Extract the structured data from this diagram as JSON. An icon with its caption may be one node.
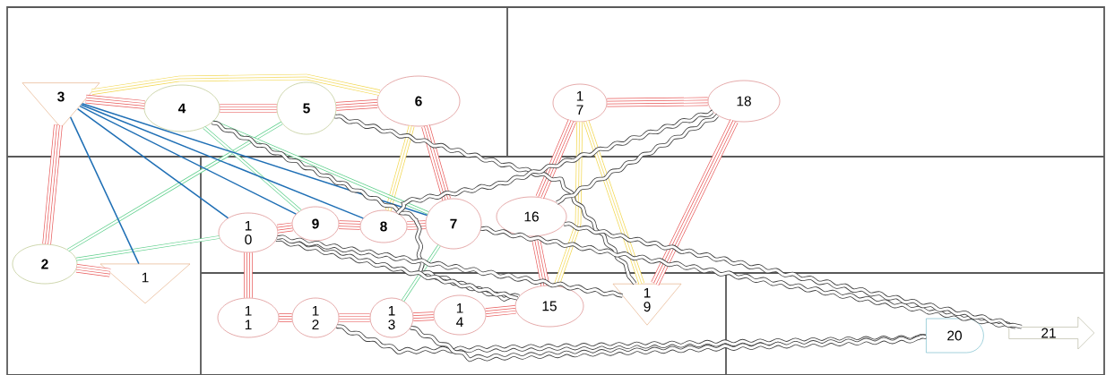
{
  "diagram": {
    "nodes": [
      {
        "text": [
          "1"
        ]
      },
      {
        "text": [
          "2"
        ]
      },
      {
        "text": [
          "3"
        ]
      },
      {
        "text": [
          "4"
        ]
      },
      {
        "text": [
          "5"
        ]
      },
      {
        "text": [
          "6"
        ]
      },
      {
        "text": [
          "7"
        ]
      },
      {
        "text": [
          "8"
        ]
      },
      {
        "text": [
          "9"
        ]
      },
      {
        "text": [
          "1 0"
        ]
      },
      {
        "text": [
          "1 1"
        ]
      },
      {
        "text": [
          "1 2"
        ]
      },
      {
        "text": [
          "1 3"
        ]
      },
      {
        "text": [
          "1 4"
        ]
      },
      {
        "text": [
          "15"
        ]
      },
      {
        "text": [
          "16"
        ]
      },
      {
        "text": [
          "1 7"
        ]
      },
      {
        "text": [
          "18"
        ]
      },
      {
        "text": [
          "1 9"
        ]
      },
      {
        "text": [
          "20"
        ]
      },
      {
        "text": [
          "21"
        ]
      }
    ],
    "edges": [
      {
        "from": 2,
        "to": 3,
        "arrow": "none"
      },
      {
        "from": 3,
        "to": 4,
        "arrow": "none"
      },
      {
        "from": 4,
        "to": 5,
        "arrow": "none"
      },
      {
        "from": 2,
        "to": 1,
        "arrow": "none"
      },
      {
        "from": 1,
        "to": 0,
        "arrow": "none"
      },
      {
        "from": 9,
        "to": 8,
        "arrow": "none"
      },
      {
        "from": 8,
        "to": 7,
        "arrow": "none"
      },
      {
        "from": 7,
        "to": 6,
        "arrow": "none"
      },
      {
        "from": 9,
        "to": 10,
        "arrow": "none"
      },
      {
        "from": 10,
        "to": 11,
        "arrow": "none"
      },
      {
        "from": 11,
        "to": 12,
        "arrow": "none"
      },
      {
        "from": 12,
        "to": 13,
        "arrow": "none"
      },
      {
        "from": 13,
        "to": 14,
        "arrow": "none"
      },
      {
        "from": 5,
        "to": 6,
        "arrow": "none"
      },
      {
        "from": 16,
        "to": 17,
        "arrow": "none"
      },
      {
        "from": 16,
        "to": 15,
        "arrow": "none"
      },
      {
        "from": 15,
        "to": 14,
        "arrow": "none"
      },
      {
        "from": 17,
        "to": 18,
        "arrow": "none"
      },
      {
        "from": 2,
        "to": 5,
        "arrow": "none",
        "color": "#f2d64b"
      },
      {
        "from": 5,
        "to": 7,
        "arrow": "none",
        "color": "#f2d64b"
      },
      {
        "from": 16,
        "to": 14,
        "arrow": "none",
        "color": "#f2d64b"
      },
      {
        "from": 16,
        "to": 18,
        "arrow": "none",
        "color": "#f2d64b"
      },
      {
        "from": 1,
        "to": 4,
        "arrow": "none",
        "color": "#5ccf8a"
      },
      {
        "from": 1,
        "to": 9,
        "arrow": "none",
        "color": "#5ccf8a"
      },
      {
        "from": 3,
        "to": 8,
        "arrow": "none",
        "color": "#5ccf8a"
      },
      {
        "from": 3,
        "to": 6,
        "arrow": "none",
        "color": "#5ccf8a"
      },
      {
        "from": 6,
        "to": 12,
        "arrow": "none",
        "color": "#5ccf8a"
      },
      {
        "from": 2,
        "to": 0,
        "arrow": "none",
        "color": "#1f6fb5"
      },
      {
        "from": 2,
        "to": 9,
        "arrow": "none",
        "color": "#1f6fb5"
      },
      {
        "from": 2,
        "to": 8,
        "arrow": "none",
        "color": "#1f6fb5"
      },
      {
        "from": 2,
        "to": 7,
        "arrow": "none",
        "color": "#1f6fb5"
      },
      {
        "from": 2,
        "to": 6,
        "arrow": "none",
        "color": "#1f6fb5"
      },
      {
        "from": 3,
        "to": 14,
        "arrow": "none",
        "color": "#404040"
      },
      {
        "from": 4,
        "to": 18,
        "arrow": "none",
        "color": "#404040"
      },
      {
        "from": 17,
        "to": 7,
        "arrow": "none",
        "color": "#404040"
      },
      {
        "from": 17,
        "to": 15,
        "arrow": "none",
        "color": "#404040"
      },
      {
        "from": 9,
        "to": 14,
        "arrow": "none",
        "color": "#404040"
      },
      {
        "from": 9,
        "to": 18,
        "arrow": "none",
        "color": "#404040"
      },
      {
        "from": 6,
        "to": 20,
        "arrow": "none",
        "color": "#404040"
      },
      {
        "from": 15,
        "to": 20,
        "arrow": "none",
        "color": "#404040"
      },
      {
        "from": 11,
        "to": 19,
        "arrow": "none",
        "color": "#404040"
      },
      {
        "from": 12,
        "to": 19,
        "arrow": "none",
        "color": "#404040"
      }
    ]
  }
}
